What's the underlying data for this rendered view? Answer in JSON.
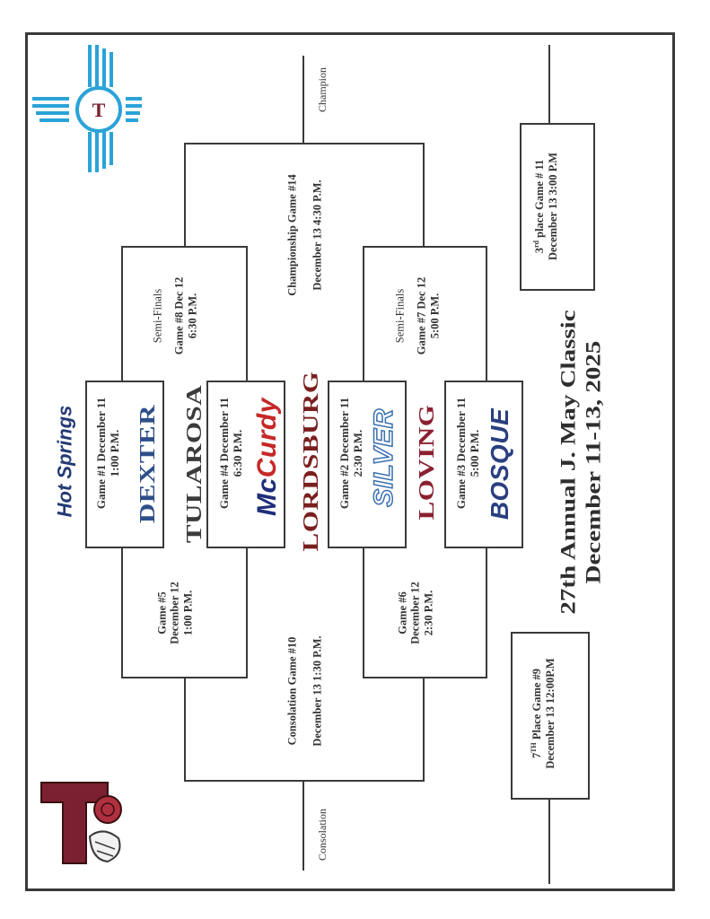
{
  "title": {
    "line1": "27th Annual J. May Classic",
    "line2": "December 11-13, 2025"
  },
  "host": "Hot Springs",
  "teams": [
    {
      "name": "DEXTER",
      "color": "#2f4f8a"
    },
    {
      "name": "TULAROSA",
      "color": "#3b3b3b"
    },
    {
      "name": "McCurdy",
      "color": "#c62828",
      "accent": "#1e2e7a"
    },
    {
      "name": "LORDSBURG",
      "color": "#7a1f1f"
    },
    {
      "name": "SILVER",
      "color": "#4a7fc1"
    },
    {
      "name": "LOVING",
      "color": "#8a2030"
    },
    {
      "name": "BOSQUE",
      "color": "#2a3f80"
    }
  ],
  "games": {
    "g1": {
      "line1": "Game #1 December 11",
      "line2": "1:00 P.M."
    },
    "g4": {
      "line1": "Game #4 December 11",
      "line2": "6:30 P.M."
    },
    "g2": {
      "line1": "Game #2 December 11",
      "line2": "2:30 P.M."
    },
    "g3": {
      "line1": "Game #3 December 11",
      "line2": "5:00 P.M."
    },
    "g5": {
      "line1": "Game #5",
      "line2": "December 12",
      "line3": "1:00 P.M."
    },
    "g6": {
      "line1": "Game #6",
      "line2": "December 12",
      "line3": "2:30 P.M."
    },
    "g8": {
      "line0": "Semi-Finals",
      "line1": "Game #8 Dec 12",
      "line2": "6:30 P.M."
    },
    "g7": {
      "line0": "Semi-Finals",
      "line1": "Game #7 Dec 12",
      "line2": "5:00 P.M."
    },
    "g14": {
      "line1": "Championship Game #14",
      "line2": "December 13 4:30 P.M."
    },
    "g10": {
      "line1": "Consolation Game #10",
      "line2": "December 13 1:30 P.M."
    },
    "g11": {
      "line1_pre": "3",
      "line1_sup": "rd",
      "line1_post": " place Game # 11",
      "line2": "December 13 3:00 P.M"
    },
    "g9": {
      "line1_pre": "7",
      "line1_sup": "TH",
      "line1_post": " Place Game #9",
      "line2": "December 13 12:00P.M"
    }
  },
  "labels": {
    "champion": "Champion",
    "consolation": "Consolation"
  },
  "colors": {
    "line": "#3a3a3a",
    "zia": "#2aa3d8",
    "logo_maroon": "#7a2030"
  }
}
